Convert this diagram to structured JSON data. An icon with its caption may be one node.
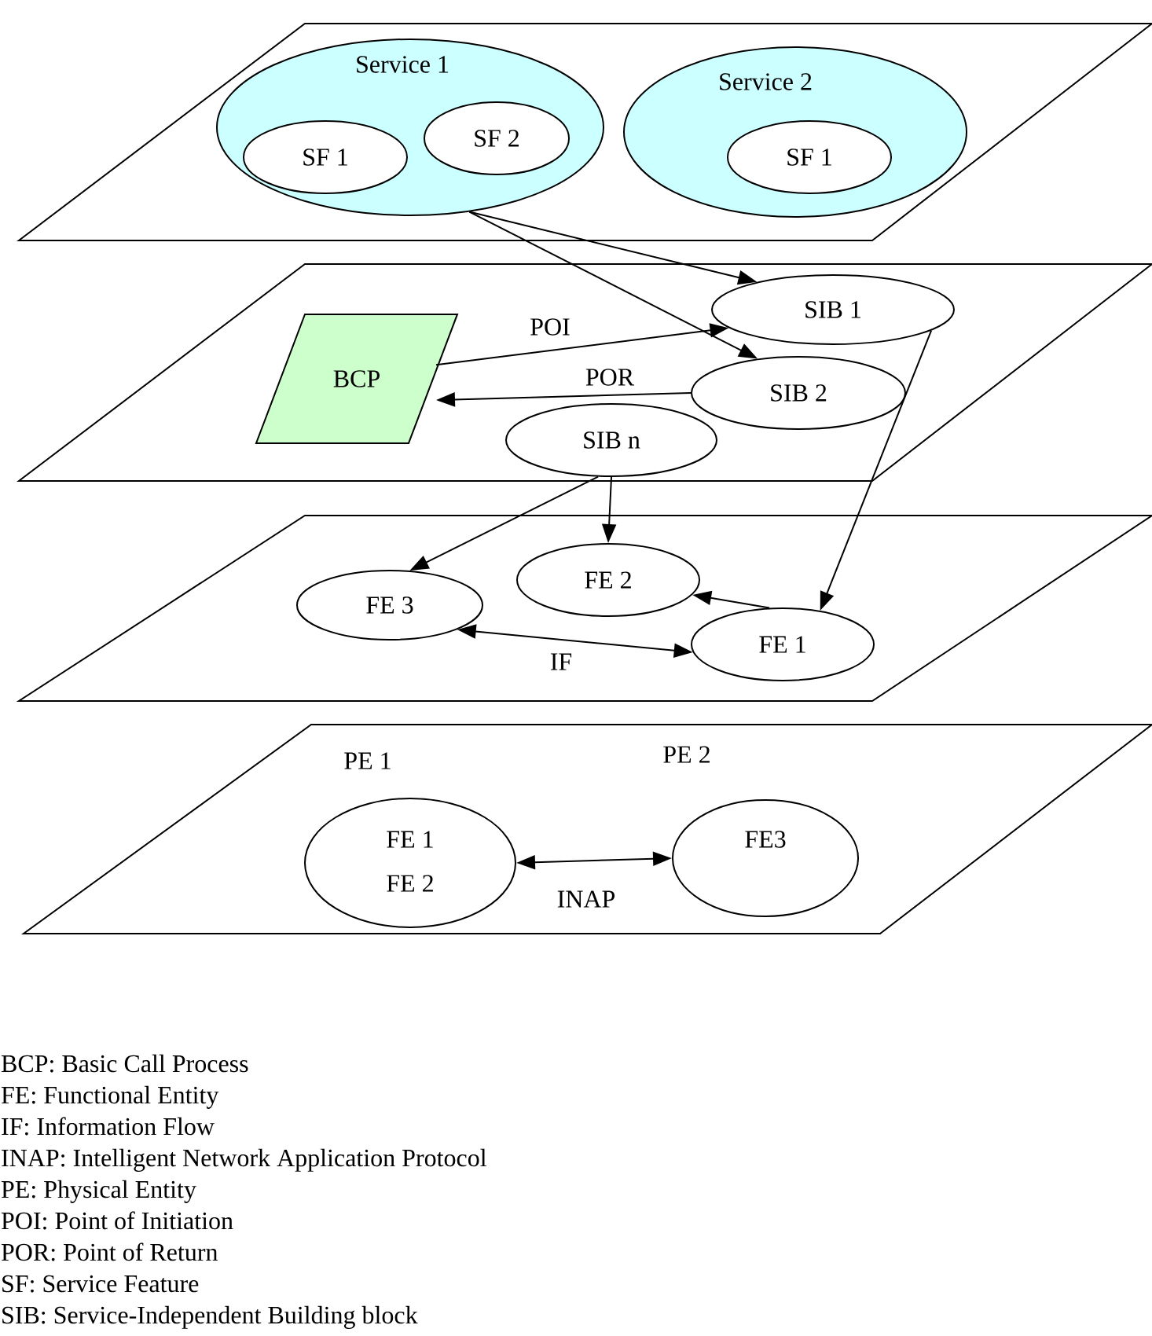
{
  "diagram": {
    "nodes": [
      {
        "text": [],
        "shape": "parallelogram"
      },
      {
        "text": [
          "Service 1"
        ],
        "in": 0
      },
      {
        "text": [
          "SF 1"
        ],
        "in": 1
      },
      {
        "text": [
          "SF 2"
        ],
        "in": 1
      },
      {
        "text": [
          "Service 2"
        ],
        "in": 0
      },
      {
        "text": [
          "SF 1"
        ],
        "in": 4
      },
      {
        "text": [],
        "shape": "parallelogram"
      },
      {
        "text": [
          "BCP"
        ],
        "in": 6
      },
      {
        "text": [
          "SIB 1"
        ],
        "in": 6
      },
      {
        "text": [
          "SIB 2"
        ],
        "in": 6
      },
      {
        "text": [
          "SIB n"
        ],
        "in": 6
      },
      {
        "text": [],
        "shape": "parallelogram"
      },
      {
        "text": [
          "FE 2"
        ],
        "in": 11
      },
      {
        "text": [
          "FE 3"
        ],
        "in": 11
      },
      {
        "text": [
          "FE 1"
        ],
        "in": 11
      },
      {
        "text": [],
        "shape": "parallelogram"
      },
      {
        "text": [
          "FE 1",
          "FE 2"
        ],
        "in": 15,
        "beside": [
          "PE 1"
        ]
      },
      {
        "text": [
          "FE3"
        ],
        "in": 15,
        "beside": [
          "PE 2"
        ]
      }
    ],
    "edges": [
      {
        "from": 1,
        "to": 8,
        "arrow": "to"
      },
      {
        "from": 1,
        "to": 9,
        "arrow": "to"
      },
      {
        "from": 7,
        "to": 8,
        "arrow": "to",
        "label": "POI"
      },
      {
        "from": 9,
        "to": 7,
        "arrow": "to",
        "label": "POR"
      },
      {
        "from": 8,
        "to": 14,
        "arrow": "to"
      },
      {
        "from": 10,
        "to": 13,
        "arrow": "to"
      },
      {
        "from": 10,
        "to": 12,
        "arrow": "to"
      },
      {
        "from": 14,
        "to": 12,
        "arrow": "to"
      },
      {
        "from": 13,
        "to": 14,
        "arrow": "both",
        "label": "IF"
      },
      {
        "from": 16,
        "to": 17,
        "arrow": "both",
        "label": "INAP"
      }
    ],
    "labels": [
      "BCP: Basic Call Process",
      "FE: Functional Entity",
      "IF: Information Flow",
      "INAP: Intelligent Network Application Protocol",
      "PE: Physical Entity",
      "POI: Point of Initiation",
      "POR: Point of Return",
      "SF: Service Feature",
      "SIB: Service-Independent Building block"
    ]
  }
}
